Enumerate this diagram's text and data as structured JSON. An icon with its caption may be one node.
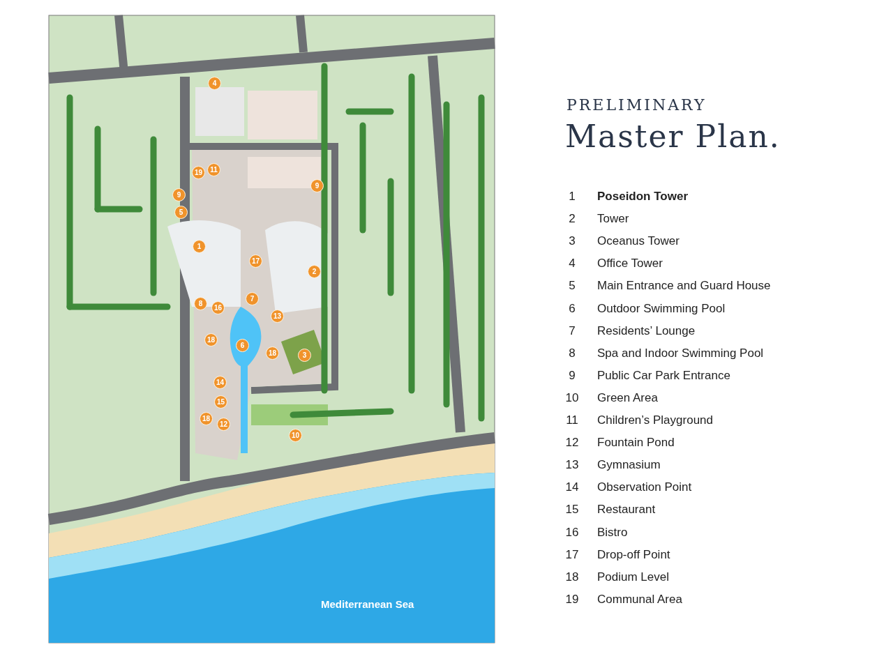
{
  "diagram": {
    "title": "Master Plan.",
    "labels": [
      "4",
      "19",
      "11",
      "9",
      "5",
      "9",
      "1",
      "17",
      "2",
      "8",
      "16",
      "7",
      "13",
      "18",
      "6",
      "18",
      "3",
      "14",
      "15",
      "18",
      "12",
      "10",
      "Mediterranean Sea",
      "PRELIMINARY",
      "1",
      "Poseidon Tower",
      "2",
      "Tower",
      "3",
      "Oceanus Tower",
      "4",
      "Office Tower",
      "5",
      "Main Entrance and Guard House",
      "6",
      "Outdoor Swimming Pool",
      "7",
      "Residents’ Lounge",
      "8",
      "Spa and Indoor Swimming Pool",
      "9",
      "Public Car Park Entrance",
      "10",
      "Green Area",
      "11",
      "Children’s Playground",
      "12",
      "Fountain Pond",
      "13",
      "Gymnasium",
      "14",
      "Observation Point",
      "15",
      "Restaurant",
      "16",
      "Bistro",
      "17",
      "Drop-off Point",
      "18",
      "Podium Level",
      "19",
      "Communal Area"
    ]
  }
}
